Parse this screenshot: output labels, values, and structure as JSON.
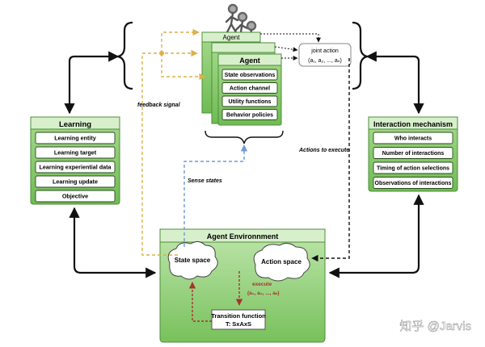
{
  "agent_stack": {
    "back_label": "Agent",
    "title": "Agent",
    "items": [
      "State observations",
      "Action channel",
      "Utility functions",
      "Behavior policies"
    ]
  },
  "joint_action": {
    "label": "joint action",
    "formula": "(a₁, a₂, ..., aₙ)"
  },
  "learning": {
    "title": "Learning",
    "items": [
      "Learning entity",
      "Learning target",
      "Learning experiential data",
      "Learning update",
      "Objective"
    ]
  },
  "interaction": {
    "title": "Interaction mechanism",
    "items": [
      "Who interacts",
      "Number of interactions",
      "Timing of action selections",
      "Observations of interactions"
    ]
  },
  "environment": {
    "title": "Agent Environnment",
    "state_space": "State space",
    "action_space": "Action space",
    "transition_line1": "Transition function",
    "transition_line2": "T: SxAxS",
    "execute_label": "execute",
    "execute_formula": "(a₁, a₂, ..., aₙ)"
  },
  "labels": {
    "feedback": "feedback signal",
    "sense": "Sense states",
    "actions_execute": "Actions to execute"
  },
  "watermark": "知乎 @Jarvis",
  "colors": {
    "box_fill": "#86c96a",
    "header_fill": "#d8efcc",
    "item_stroke": "#2a4a1e",
    "feedback_arrow": "#d9b24c",
    "sense_arrow": "#6f9bd1",
    "execute_arrow": "#a6332b",
    "black_arrow": "#111111"
  }
}
